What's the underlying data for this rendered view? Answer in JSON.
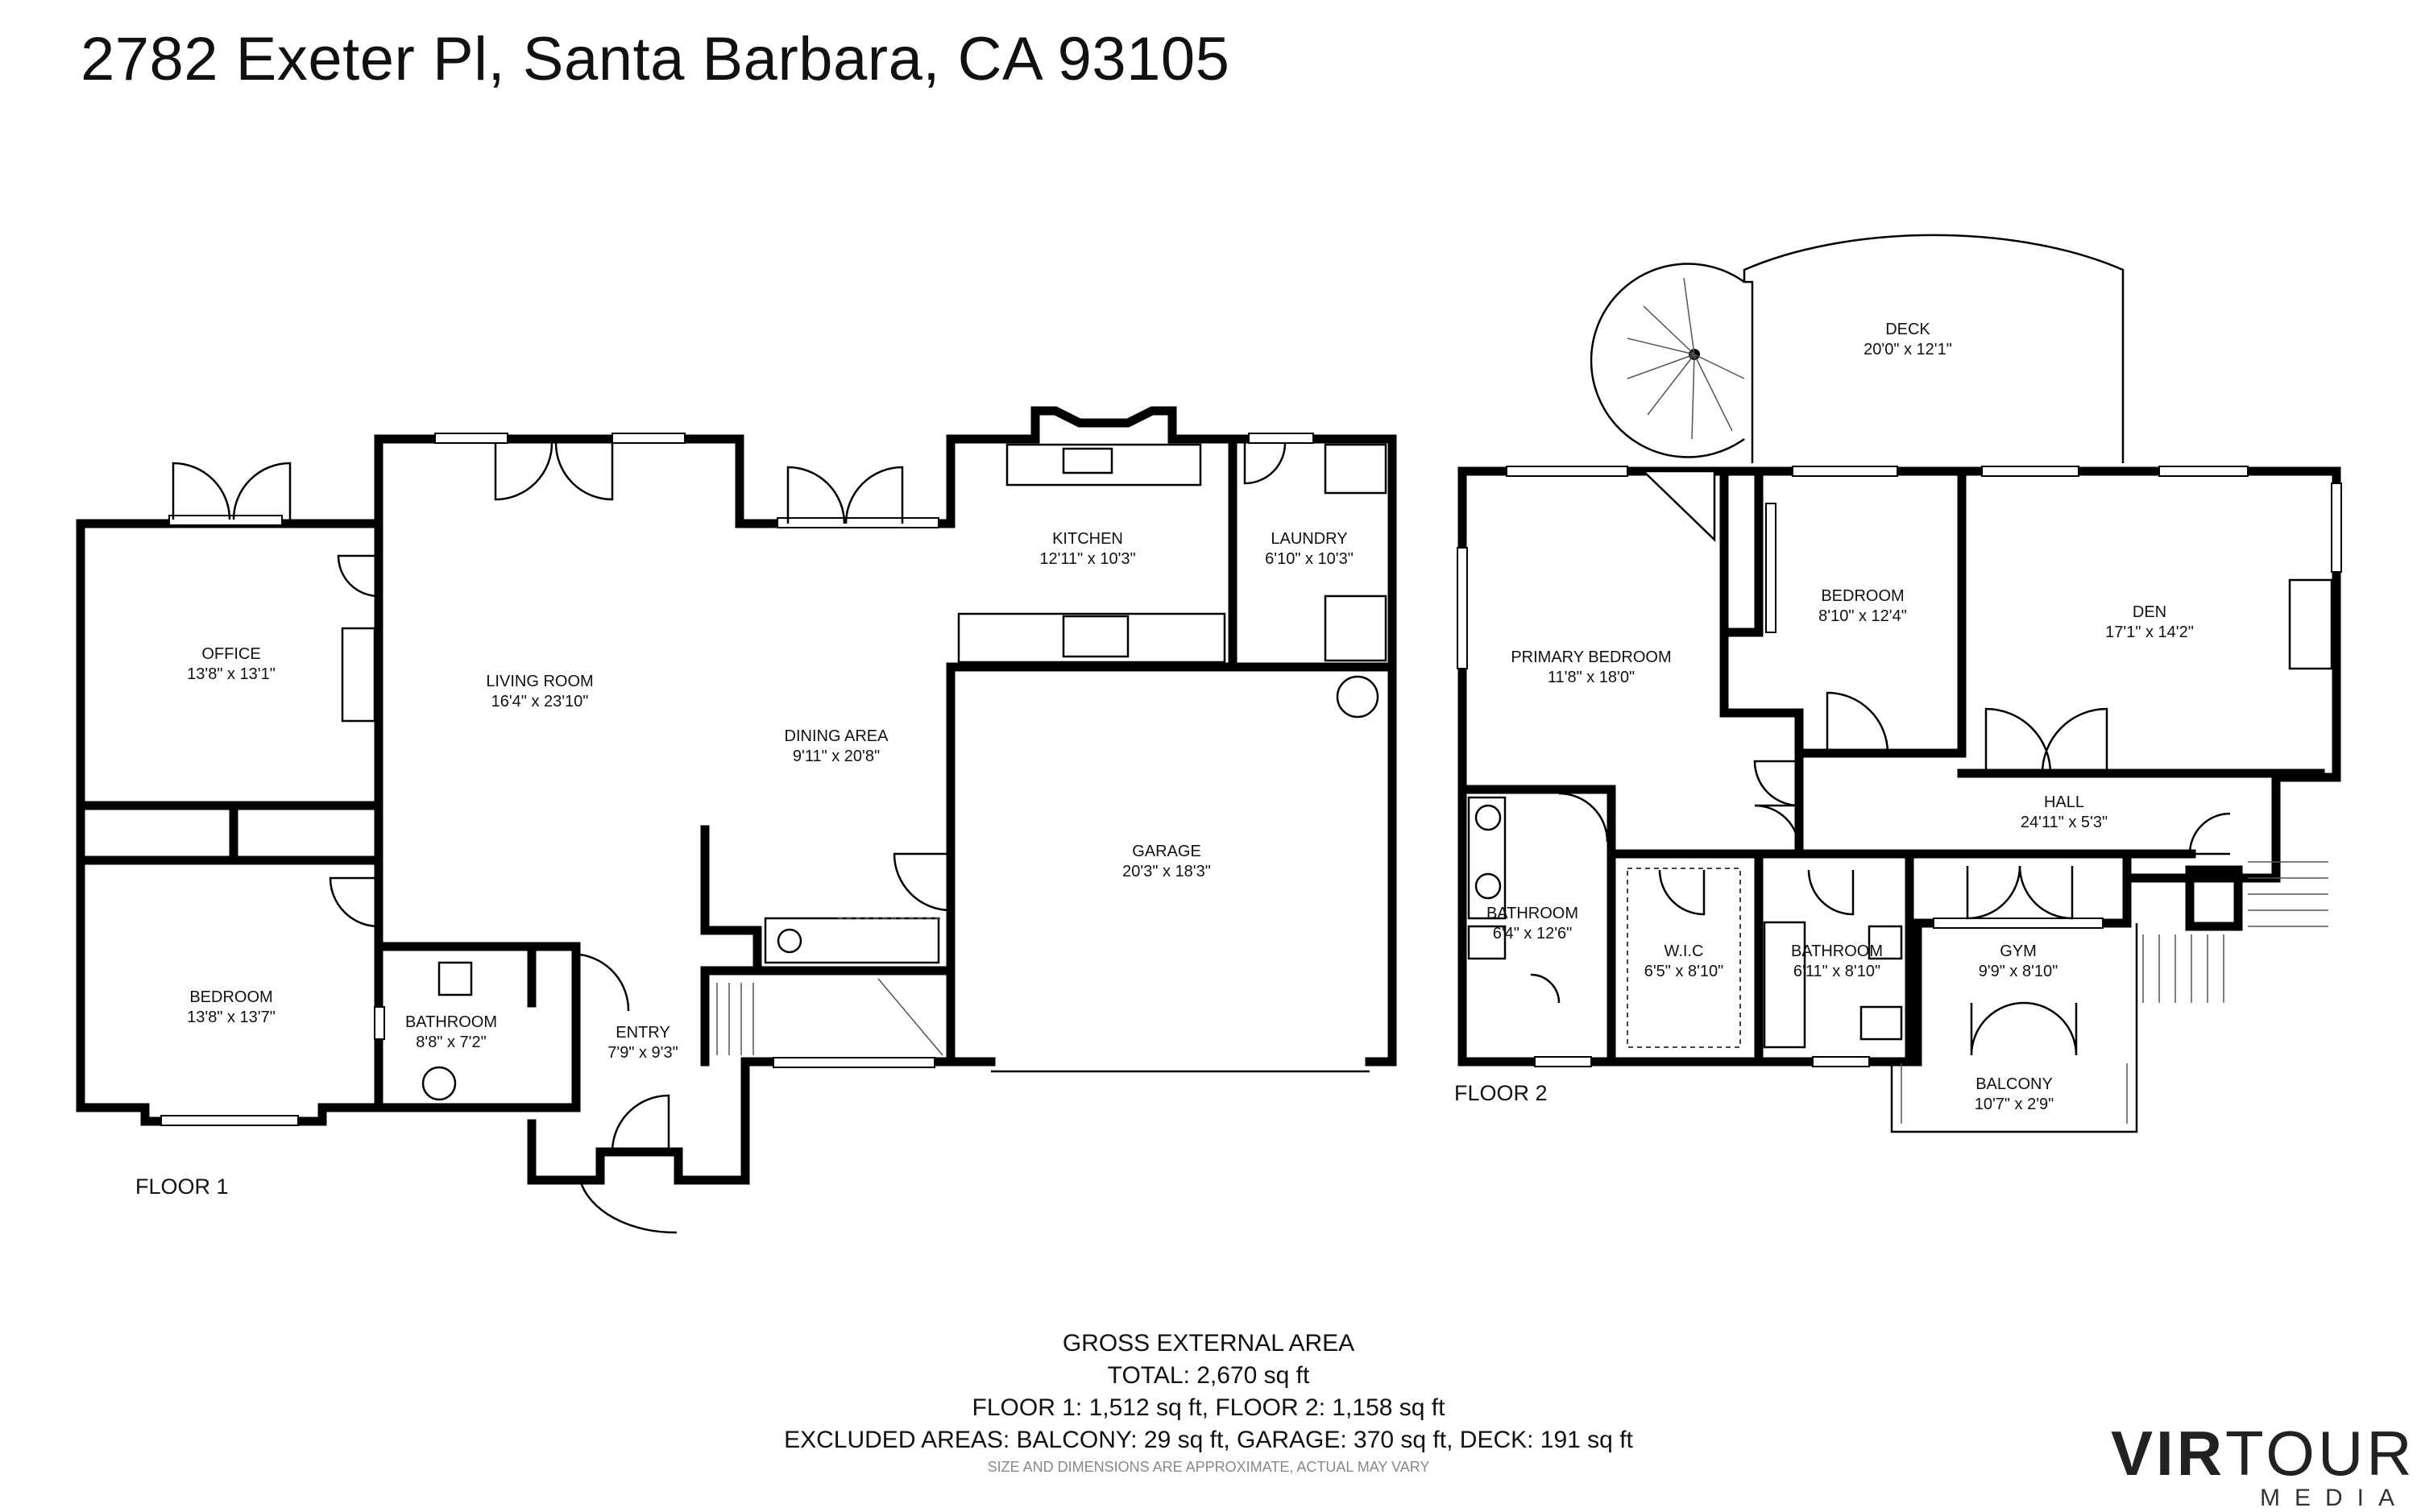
{
  "address": "2782 Exeter Pl, Santa Barbara, CA 93105",
  "floors": [
    {
      "label": "FLOOR 1",
      "rooms": [
        {
          "id": "office",
          "name": "OFFICE",
          "dims": "13'8\" x 13'1\""
        },
        {
          "id": "living-room",
          "name": "LIVING ROOM",
          "dims": "16'4\" x 23'10\""
        },
        {
          "id": "dining-area",
          "name": "DINING AREA",
          "dims": "9'11\" x 20'8\""
        },
        {
          "id": "kitchen",
          "name": "KITCHEN",
          "dims": "12'11\" x 10'3\""
        },
        {
          "id": "laundry",
          "name": "LAUNDRY",
          "dims": "6'10\" x 10'3\""
        },
        {
          "id": "garage",
          "name": "GARAGE",
          "dims": "20'3\" x 18'3\""
        },
        {
          "id": "bedroom-1",
          "name": "BEDROOM",
          "dims": "13'8\" x 13'7\""
        },
        {
          "id": "bathroom-1",
          "name": "BATHROOM",
          "dims": "8'8\" x 7'2\""
        },
        {
          "id": "entry",
          "name": "ENTRY",
          "dims": "7'9\" x 9'3\""
        }
      ]
    },
    {
      "label": "FLOOR 2",
      "rooms": [
        {
          "id": "deck",
          "name": "DECK",
          "dims": "20'0\" x 12'1\""
        },
        {
          "id": "primary-bedroom",
          "name": "PRIMARY BEDROOM",
          "dims": "11'8\" x 18'0\""
        },
        {
          "id": "bedroom-2",
          "name": "BEDROOM",
          "dims": "8'10\" x 12'4\""
        },
        {
          "id": "den",
          "name": "DEN",
          "dims": "17'1\" x 14'2\""
        },
        {
          "id": "hall",
          "name": "HALL",
          "dims": "24'11\" x 5'3\""
        },
        {
          "id": "bathroom-2",
          "name": "BATHROOM",
          "dims": "6'4\" x 12'6\""
        },
        {
          "id": "wic",
          "name": "W.I.C",
          "dims": "6'5\" x 8'10\""
        },
        {
          "id": "bathroom-3",
          "name": "BATHROOM",
          "dims": "6'11\" x 8'10\""
        },
        {
          "id": "gym",
          "name": "GYM",
          "dims": "9'9\" x 8'10\""
        },
        {
          "id": "balcony",
          "name": "BALCONY",
          "dims": "10'7\" x 2'9\""
        }
      ]
    }
  ],
  "summary": {
    "heading": "GROSS EXTERNAL AREA",
    "total": "TOTAL: 2,670 sq ft",
    "floors": "FLOOR 1: 1,512 sq ft, FLOOR 2: 1,158 sq ft",
    "excluded": "EXCLUDED AREAS: BALCONY: 29 sq ft, GARAGE: 370 sq ft, DECK: 191 sq ft",
    "disclaimer": "SIZE AND DIMENSIONS ARE APPROXIMATE, ACTUAL MAY VARY"
  },
  "brand": {
    "name_bold": "VIR",
    "name_light": "TOUR",
    "sub": "MEDIA"
  }
}
